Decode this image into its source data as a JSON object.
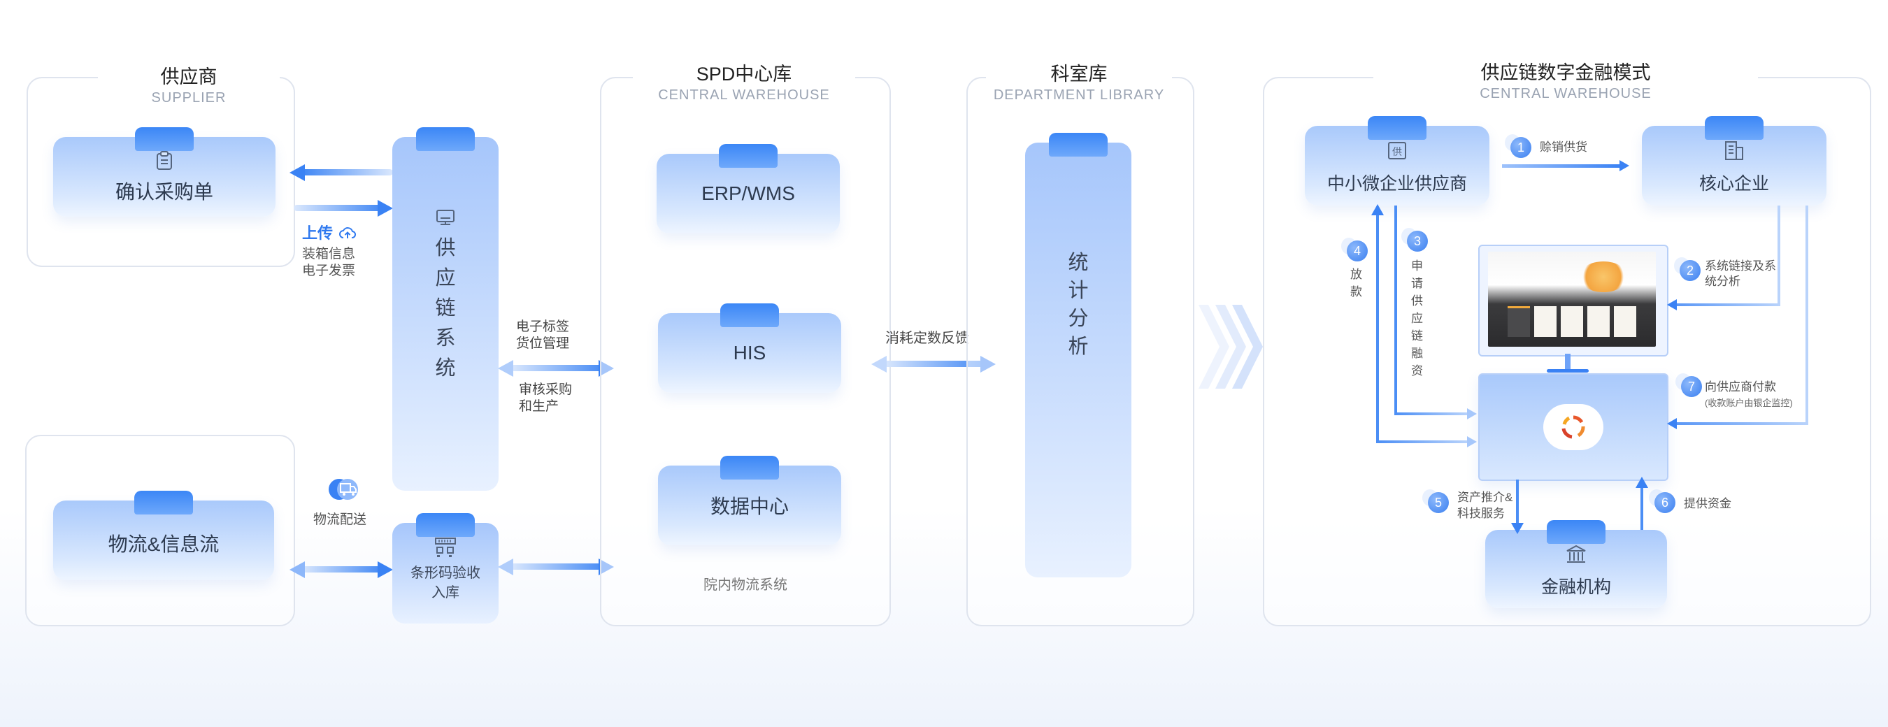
{
  "panels": {
    "supplier": {
      "title": "供应商",
      "subtitle": "SUPPLIER"
    },
    "spd": {
      "title": "SPD中心库",
      "subtitle": "CENTRAL WAREHOUSE",
      "footer": "院内物流系统"
    },
    "department": {
      "title": "科室库",
      "subtitle": "DEPARTMENT LIBRARY"
    },
    "finance": {
      "title": "供应链数字金融模式",
      "subtitle": "CENTRAL WAREHOUSE"
    }
  },
  "cards": {
    "confirm_po": "确认采购单",
    "logistics_info": "物流&信息流",
    "supply_chain_system": "供应链系统",
    "barcode_receipt": "条形码验收入库",
    "erp": "ERP/WMS",
    "his": "HIS",
    "data_center": "数据中心",
    "stats": "统计分析",
    "sme_supplier": "中小微企业供应商",
    "core_enterprise": "核心企业",
    "financial_institution": "金融机构"
  },
  "labels": {
    "upload": "上传",
    "upload_items": [
      "装箱信息",
      "电子发票"
    ],
    "delivery": "物流配送",
    "e_tag": [
      "电子标签",
      "货位管理"
    ],
    "audit": [
      "审核采购",
      "和生产"
    ],
    "consumption_feedback": "消耗定数反馈"
  },
  "steps": [
    {
      "n": "1",
      "text": "赊销供货"
    },
    {
      "n": "2",
      "text": "系统链接及系统分析"
    },
    {
      "n": "3",
      "text": "申请供应链融资"
    },
    {
      "n": "4",
      "text": "放款"
    },
    {
      "n": "5",
      "text": "资产推介&科技服务"
    },
    {
      "n": "6",
      "text": "提供资金"
    },
    {
      "n": "7",
      "text": "向供应商付款",
      "note": "(收款账户由银企监控)"
    }
  ],
  "colors": {
    "accent": "#3a82f4",
    "card_top": "#a9c9fb",
    "panel_border": "#dfe4ee"
  }
}
